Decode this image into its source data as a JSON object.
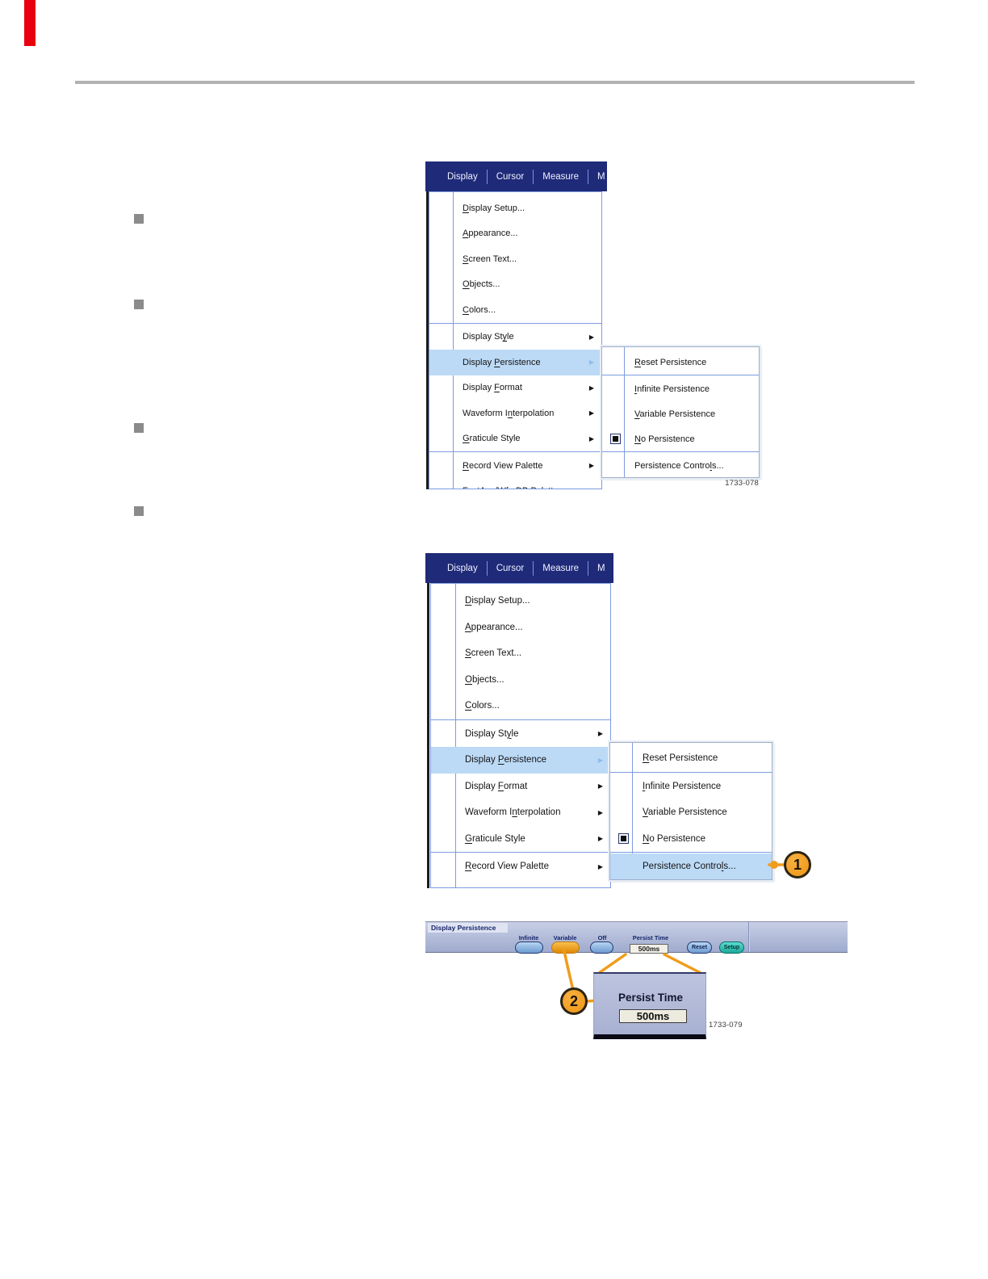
{
  "colors": {
    "accent_orange": "#F09C1C",
    "menubar_navy": "#1F2A78",
    "highlight_blue": "#BCDAF6",
    "teal": "#2FC0B4"
  },
  "menubar": {
    "items": [
      "Display",
      "Cursor",
      "Measure",
      "M"
    ]
  },
  "display_menu": {
    "items": [
      {
        "pre": "",
        "key": "D",
        "post": "isplay Setup..."
      },
      {
        "pre": "",
        "key": "A",
        "post": "ppearance..."
      },
      {
        "pre": "",
        "key": "S",
        "post": "creen Text..."
      },
      {
        "pre": "",
        "key": "O",
        "post": "bjects..."
      },
      {
        "pre": "",
        "key": "C",
        "post": "olors...",
        "sep_after": true
      },
      {
        "pre": "Display St",
        "key": "y",
        "post": "le",
        "arrow": true
      },
      {
        "pre": "Display ",
        "key": "P",
        "post": "ersistence",
        "arrow": true
      },
      {
        "pre": "Display ",
        "key": "F",
        "post": "ormat",
        "arrow": true
      },
      {
        "pre": "Waveform I",
        "key": "n",
        "post": "terpolation",
        "arrow": true
      },
      {
        "pre": "",
        "key": "G",
        "post": "raticule Style",
        "arrow": true,
        "sep_after": true
      },
      {
        "pre": "",
        "key": "R",
        "post": "ecord View Palette",
        "arrow": true
      },
      {
        "pre": "FastAcq/WfmDB Palette",
        "key": "",
        "post": "",
        "arrow": true
      }
    ]
  },
  "persistence_submenu": {
    "items": [
      {
        "pre": "",
        "key": "R",
        "post": "eset Persistence",
        "sep_after": true
      },
      {
        "pre": "",
        "key": "I",
        "post": "nfinite Persistence"
      },
      {
        "pre": "",
        "key": "V",
        "post": "ariable Persistence"
      },
      {
        "pre": "",
        "key": "N",
        "post": "o Persistence",
        "checked": true,
        "sep_after": true
      },
      {
        "pre": "Persistence Contro",
        "key": "l",
        "post": "s..."
      }
    ]
  },
  "control_bar": {
    "title": "Display Persistence",
    "infinite_label": "Infinite",
    "variable_label": "Variable",
    "off_label": "Off",
    "persist_time_label": "Persist Time",
    "persist_time_value": "500ms",
    "reset_label": "Reset",
    "setup_label": "Setup"
  },
  "popup": {
    "label": "Persist Time",
    "value": "500ms"
  },
  "callouts": {
    "one": "1",
    "two": "2"
  },
  "figures": {
    "a": "1733-078",
    "b": "1733-079"
  }
}
